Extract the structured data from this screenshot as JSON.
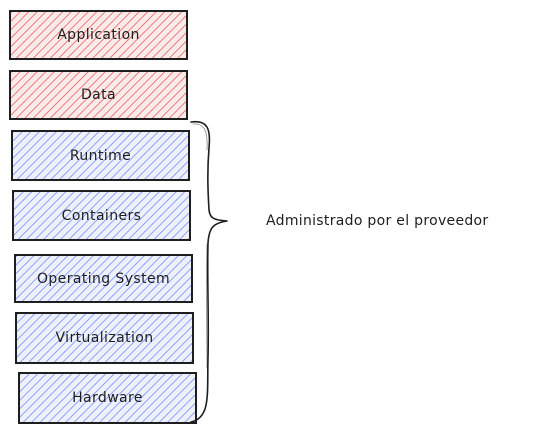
{
  "layers": [
    {
      "label": "Application",
      "color": "#e03131"
    },
    {
      "label": "Data",
      "color": "#e03131"
    },
    {
      "label": "Runtime",
      "color": "#4c6ef5"
    },
    {
      "label": "Containers",
      "color": "#4c6ef5"
    },
    {
      "label": "Operating System",
      "color": "#4c6ef5"
    },
    {
      "label": "Virtualization",
      "color": "#4c6ef5"
    },
    {
      "label": "Hardware",
      "color": "#4c6ef5"
    }
  ],
  "managed_label": "Administrado por el proveedor",
  "stroke_color": "#1e1e1e"
}
